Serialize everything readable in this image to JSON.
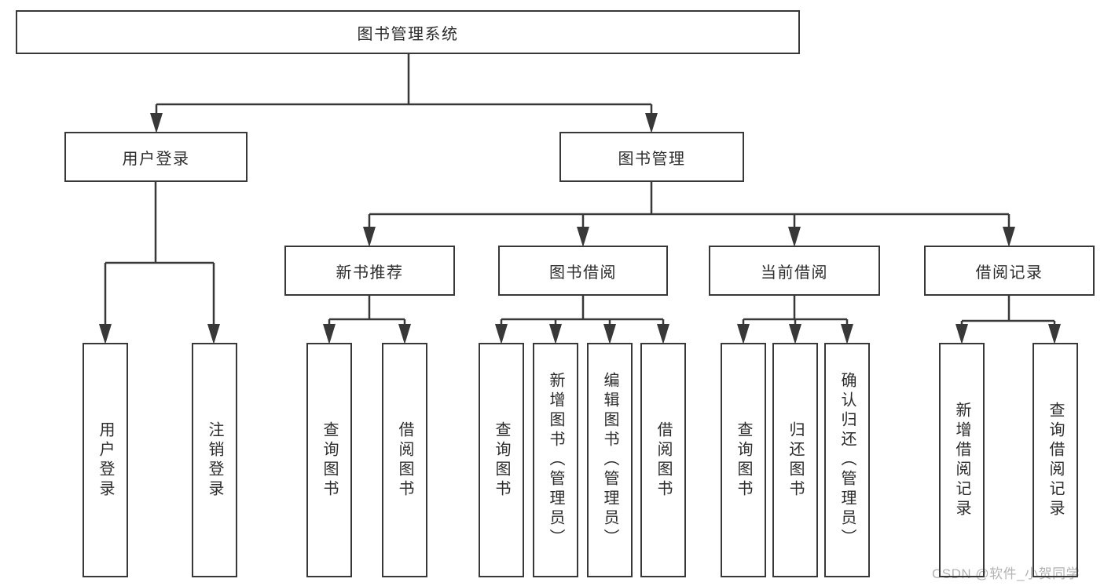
{
  "tree": {
    "root": {
      "label": "图书管理系统"
    },
    "children": [
      {
        "label": "用户登录",
        "children": [
          {
            "label": "用户登录"
          },
          {
            "label": "注销登录"
          }
        ]
      },
      {
        "label": "图书管理",
        "children": [
          {
            "label": "新书推荐",
            "children": [
              {
                "label": "查询图书"
              },
              {
                "label": "借阅图书"
              }
            ]
          },
          {
            "label": "图书借阅",
            "children": [
              {
                "label": "查询图书"
              },
              {
                "label": "新增图书（管理员）"
              },
              {
                "label": "编辑图书（管理员）"
              },
              {
                "label": "借阅图书"
              }
            ]
          },
          {
            "label": "当前借阅",
            "children": [
              {
                "label": "查询图书"
              },
              {
                "label": "归还图书"
              },
              {
                "label": "确认归还（管理员）"
              }
            ]
          },
          {
            "label": "借阅记录",
            "children": [
              {
                "label": "新增借阅记录"
              },
              {
                "label": "查询借阅记录"
              }
            ]
          }
        ]
      }
    ]
  },
  "watermark": {
    "text": "CSDN @软件_小贺同学"
  },
  "colors": {
    "line": "#383838",
    "text": "#2c2c2c",
    "watermark": "#b3b3b3",
    "background": "#ffffff"
  }
}
